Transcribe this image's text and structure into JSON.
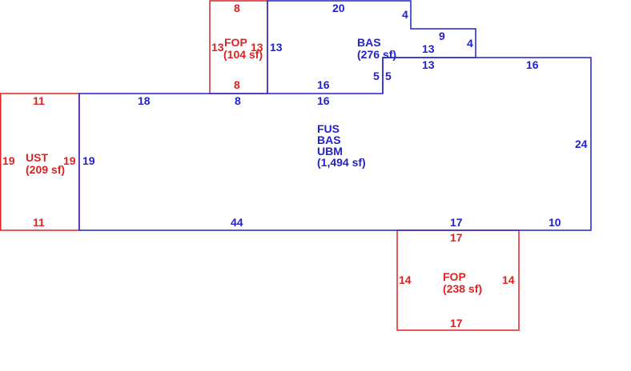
{
  "colors": {
    "main": "#2222cc",
    "addition": "#dd2222"
  },
  "areas": {
    "main": {
      "lines": [
        "FUS",
        "BAS",
        "UBM"
      ],
      "area": "(1,494 sf)"
    },
    "bas_upper": {
      "lines": [
        "BAS"
      ],
      "area": "(276 sf)"
    },
    "fop_top": {
      "lines": [
        "FOP"
      ],
      "area": "(104 sf)"
    },
    "ust": {
      "lines": [
        "UST"
      ],
      "area": "(209 sf)"
    },
    "fop_bottom": {
      "lines": [
        "FOP"
      ],
      "area": "(238 sf)"
    }
  },
  "dimensions": {
    "d20": "20",
    "d4a": "4",
    "d9": "9",
    "d4b": "4",
    "d13a": "13",
    "d13b": "13",
    "d16a": "16",
    "d13c": "13",
    "d5a": "5",
    "d5b": "5",
    "d16b": "16",
    "d18": "18",
    "d8b": "8",
    "d16c": "16",
    "d19": "19",
    "d24": "24",
    "d44": "44",
    "d17": "17",
    "d10": "10",
    "fop_top_top": "8",
    "fop_top_left": "13",
    "fop_top_right": "13",
    "fop_top_bottom": "8",
    "ust_top": "11",
    "ust_left": "19",
    "ust_right": "19",
    "ust_bottom": "11",
    "fop_bot_top": "17",
    "fop_bot_left": "14",
    "fop_bot_right": "14",
    "fop_bot_bottom": "17"
  }
}
